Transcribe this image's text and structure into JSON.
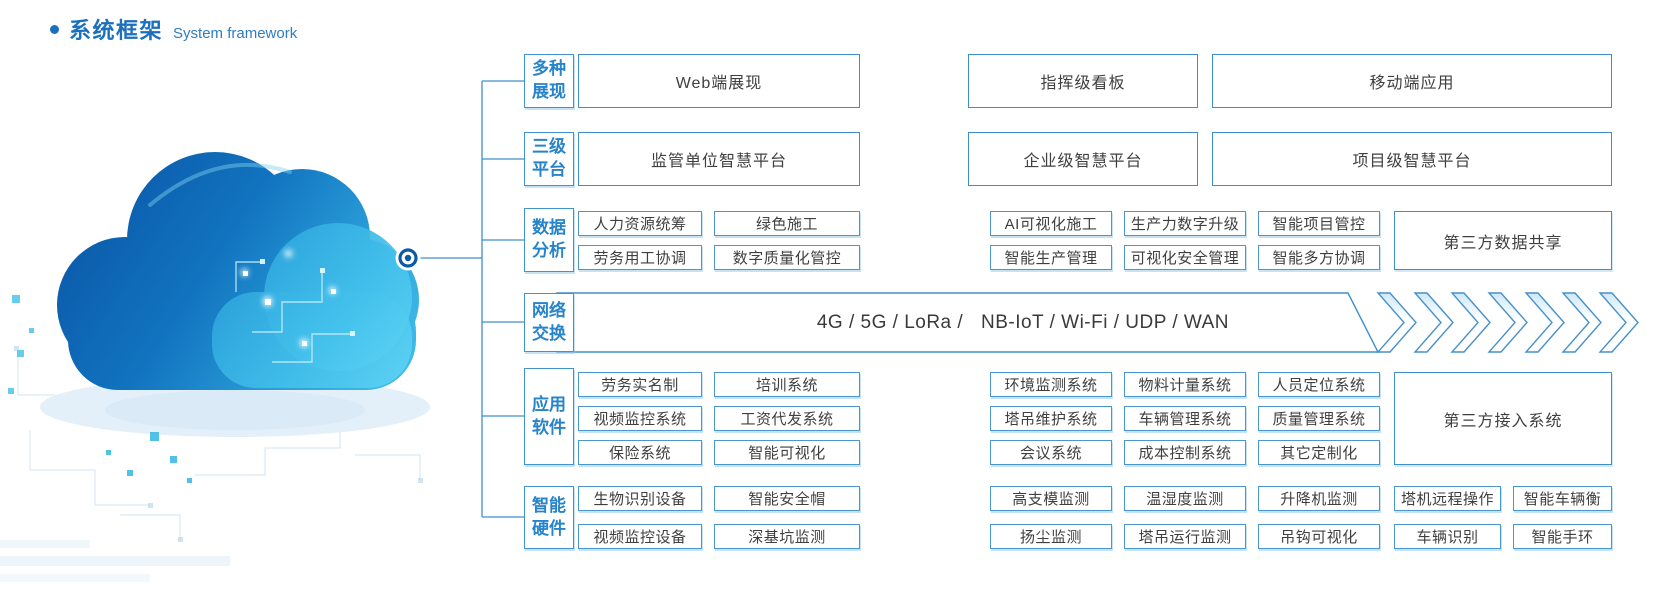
{
  "title": {
    "zh": "系统框架",
    "en": "System framework"
  },
  "colors": {
    "accent": "#1a70bd",
    "line": "#4090cc",
    "label_text": "#2884ca",
    "box_border": "#4292cf",
    "box_text": "#3f3f3f",
    "cloud_dark": "#0a55a5",
    "cloud_light": "#45c3ec"
  },
  "icons": {
    "bullet": "dot-icon",
    "hub": "hub-node-icon",
    "arrows": "chevron-arrows-icon",
    "cloud": "cloud-illustration"
  },
  "row1": {
    "label": "多种展现",
    "boxes": [
      "Web端展现",
      "指挥级看板",
      "移动端应用"
    ]
  },
  "row2": {
    "label": "三级平台",
    "boxes": [
      "监管单位智慧平台",
      "企业级智慧平台",
      "项目级智慧平台"
    ]
  },
  "row3": {
    "label": "数据分析",
    "left": [
      [
        "人力资源统筹",
        "绿色施工"
      ],
      [
        "劳务用工协调",
        "数字质量化管控"
      ]
    ],
    "mid": [
      [
        "AI可视化施工",
        "生产力数字升级",
        "智能项目管控"
      ],
      [
        "智能生产管理",
        "可视化安全管理",
        "智能多方协调"
      ]
    ],
    "right": "第三方数据共享"
  },
  "row4": {
    "label": "网络交换",
    "left_text": "4G / 5G / LoRa /",
    "right_text": "NB-IoT / Wi-Fi / UDP / WAN"
  },
  "row5": {
    "label": "应用软件",
    "left": [
      [
        "劳务实名制",
        "培训系统"
      ],
      [
        "视频监控系统",
        "工资代发系统"
      ],
      [
        "保险系统",
        "智能可视化"
      ]
    ],
    "mid": [
      [
        "环境监测系统",
        "物料计量系统",
        "人员定位系统"
      ],
      [
        "塔吊维护系统",
        "车辆管理系统",
        "质量管理系统"
      ],
      [
        "会议系统",
        "成本控制系统",
        "其它定制化"
      ]
    ],
    "right": "第三方接入系统"
  },
  "row6": {
    "label": "智能硬件",
    "left": [
      [
        "生物识别设备",
        "智能安全帽"
      ],
      [
        "视频监控设备",
        "深基坑监测"
      ]
    ],
    "right": [
      [
        "高支模监测",
        "温湿度监测",
        "升降机监测",
        "塔机远程操作",
        "智能车辆衡"
      ],
      [
        "扬尘监测",
        "塔吊运行监测",
        "吊钩可视化",
        "车辆识别",
        "智能手环"
      ]
    ]
  }
}
